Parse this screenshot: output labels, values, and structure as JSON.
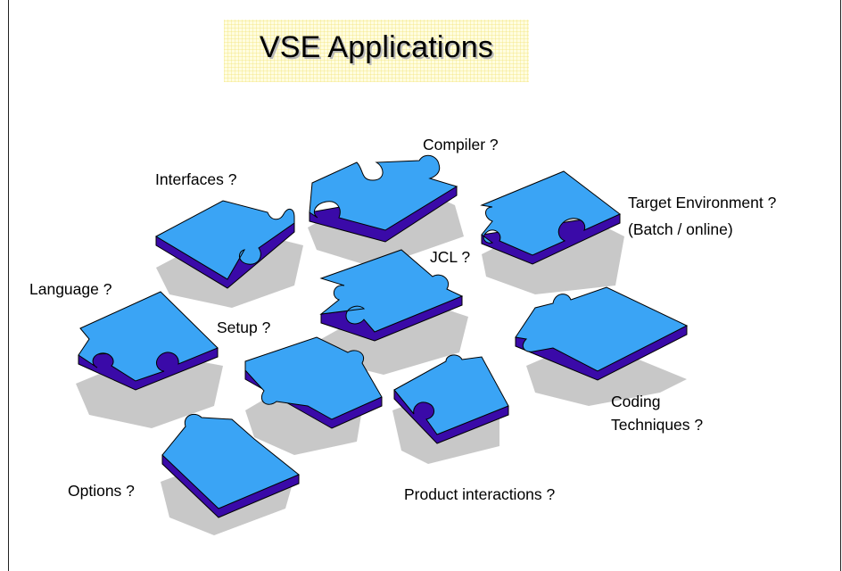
{
  "title": "VSE Applications",
  "colors": {
    "piece_top": "#3aa4f5",
    "piece_side": "#3a0aa8",
    "shadow": "#c8c8c8",
    "title_bg": "#fffde0"
  },
  "labels": {
    "compiler": "Compiler ?",
    "interfaces": "Interfaces ?",
    "target_environment": "Target Environment ?",
    "batch_online": "(Batch / online)",
    "jcl": "JCL ?",
    "language": "Language ?",
    "setup": "Setup ?",
    "coding": "Coding",
    "techniques": "Techniques ?",
    "options": "Options ?",
    "product_interactions": "Product interactions ?"
  }
}
